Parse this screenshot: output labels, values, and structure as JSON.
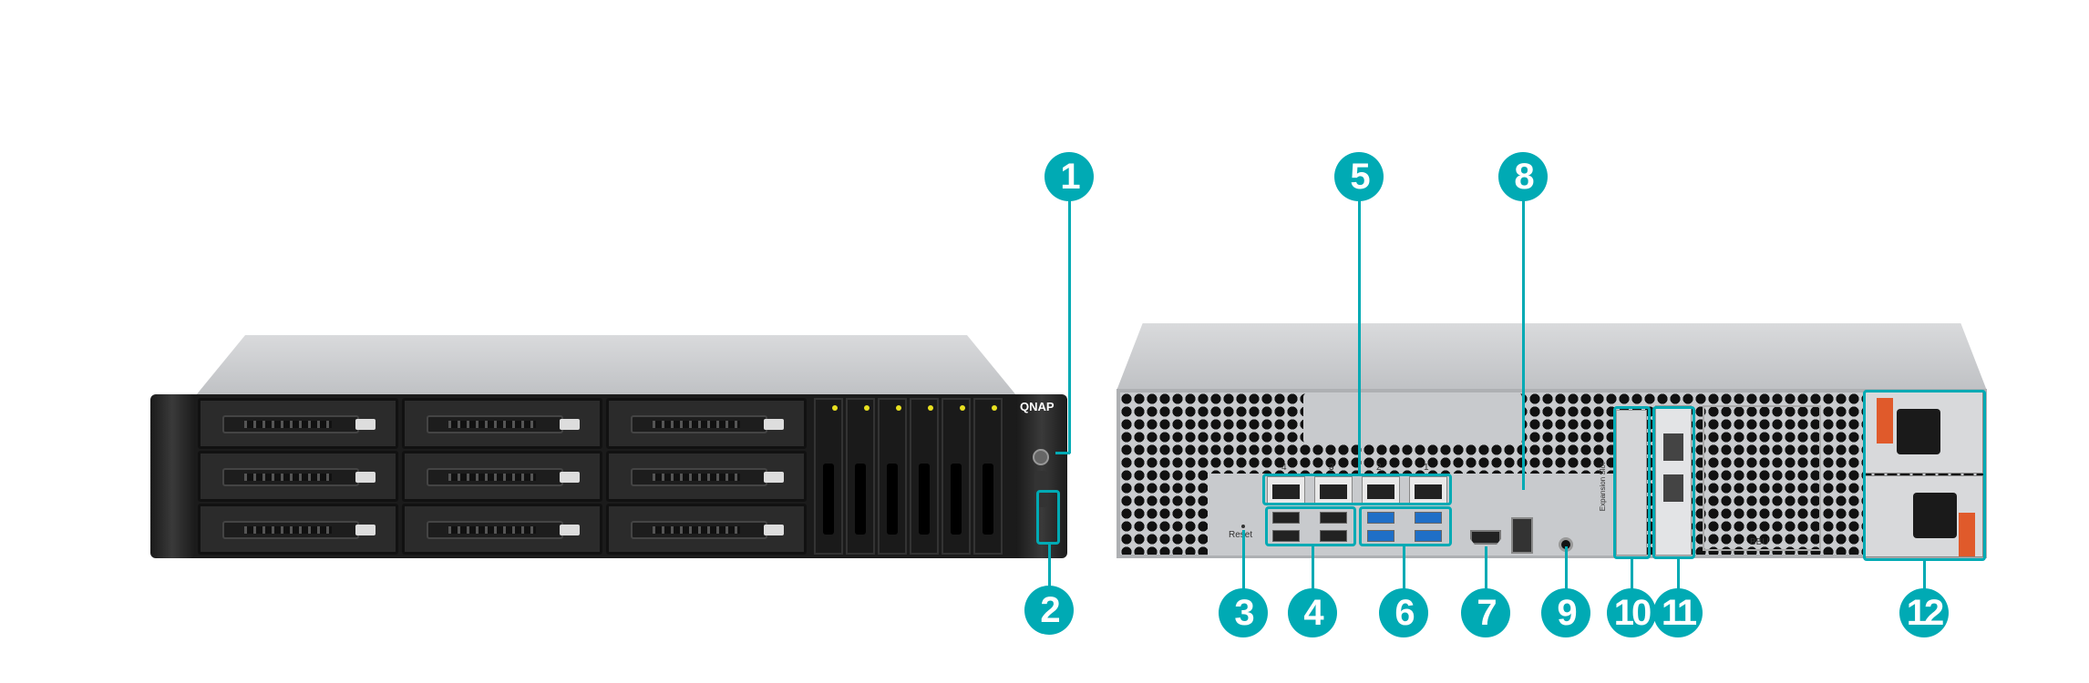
{
  "front_unit": {
    "brand": "QNAP"
  },
  "rear_unit": {
    "reset_label": "Reset",
    "bbu_label": "BBU",
    "expansion_slot_label": "Expansion Slot",
    "lan_labels": [
      "4",
      "3",
      "2",
      "1"
    ]
  },
  "callouts": [
    {
      "label": "1"
    },
    {
      "label": "2"
    },
    {
      "label": "3"
    },
    {
      "label": "4"
    },
    {
      "label": "5"
    },
    {
      "label": "6"
    },
    {
      "label": "7"
    },
    {
      "label": "8"
    },
    {
      "label": "9"
    },
    {
      "label": "10"
    },
    {
      "label": "11"
    },
    {
      "label": "12"
    }
  ],
  "colors": {
    "callout": "#00aab4",
    "bezel": "#1c1c1c",
    "chassis": "#c9cbce",
    "psu_handle": "#e05a2b"
  }
}
